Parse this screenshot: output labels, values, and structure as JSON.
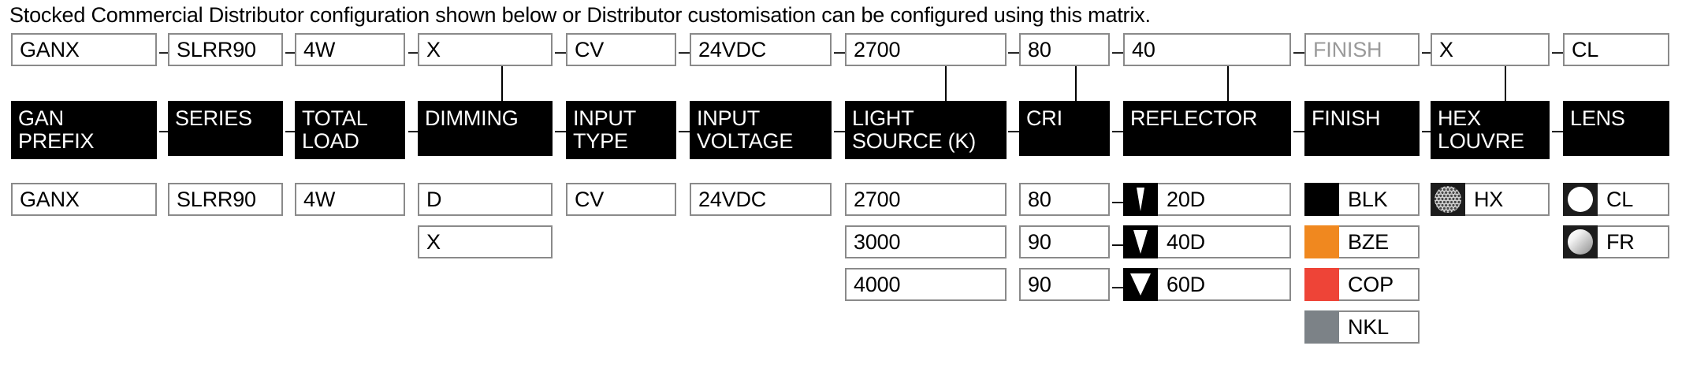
{
  "intro": "Stocked Commercial Distributor configuration shown below or Distributor customisation can be configured using this matrix.",
  "separator": "–",
  "colors": {
    "black": "#000000",
    "bronze": "#F0881F",
    "copper": "#EE4437",
    "nickel": "#7C8287",
    "placeholder_text": "#9A9A9A",
    "box_border": "#8A8A8A"
  },
  "columns": [
    {
      "id": "gan-prefix",
      "header": "GAN\nPREFIX",
      "selected": "GANX",
      "selected_placeholder": false,
      "connector": false,
      "options": [
        {
          "label": "GANX",
          "icon": null
        }
      ]
    },
    {
      "id": "series",
      "header": "SERIES",
      "selected": "SLRR90",
      "selected_placeholder": false,
      "connector": false,
      "options": [
        {
          "label": "SLRR90",
          "icon": null
        }
      ]
    },
    {
      "id": "total-load",
      "header": "TOTAL\nLOAD",
      "selected": "4W",
      "selected_placeholder": false,
      "connector": false,
      "options": [
        {
          "label": "4W",
          "icon": null
        }
      ]
    },
    {
      "id": "dimming",
      "header": "DIMMING",
      "selected": "X",
      "selected_placeholder": false,
      "connector": true,
      "options": [
        {
          "label": "D",
          "icon": null
        },
        {
          "label": "X",
          "icon": null
        }
      ]
    },
    {
      "id": "input-type",
      "header": "INPUT\nTYPE",
      "selected": "CV",
      "selected_placeholder": false,
      "connector": false,
      "options": [
        {
          "label": "CV",
          "icon": null
        }
      ]
    },
    {
      "id": "input-voltage",
      "header": "INPUT\nVOLTAGE",
      "selected": "24VDC",
      "selected_placeholder": false,
      "connector": false,
      "options": [
        {
          "label": "24VDC",
          "icon": null
        }
      ]
    },
    {
      "id": "light-source",
      "header": "LIGHT\nSOURCE (K)",
      "selected": "2700",
      "selected_placeholder": false,
      "connector": true,
      "options": [
        {
          "label": "2700",
          "icon": null
        },
        {
          "label": "3000",
          "icon": null
        },
        {
          "label": "4000",
          "icon": null
        }
      ]
    },
    {
      "id": "cri",
      "header": "CRI",
      "selected": "80",
      "selected_placeholder": false,
      "connector": true,
      "options": [
        {
          "label": "80",
          "icon": null
        },
        {
          "label": "90",
          "icon": null
        },
        {
          "label": "90",
          "icon": null
        }
      ]
    },
    {
      "id": "reflector",
      "header": "REFLECTOR",
      "selected": "40",
      "selected_placeholder": false,
      "connector": true,
      "options": [
        {
          "label": "20D",
          "icon": "beam-narrow-icon"
        },
        {
          "label": "40D",
          "icon": "beam-medium-icon"
        },
        {
          "label": "60D",
          "icon": "beam-wide-icon"
        }
      ]
    },
    {
      "id": "finish",
      "header": "FINISH",
      "selected": "FINISH",
      "selected_placeholder": true,
      "connector": false,
      "options": [
        {
          "label": "BLK",
          "icon": "swatch-black-icon",
          "swatch": "#000000"
        },
        {
          "label": "BZE",
          "icon": "swatch-bronze-icon",
          "swatch": "#F0881F"
        },
        {
          "label": "COP",
          "icon": "swatch-copper-icon",
          "swatch": "#EE4437"
        },
        {
          "label": "NKL",
          "icon": "swatch-nickel-icon",
          "swatch": "#7C8287"
        }
      ]
    },
    {
      "id": "hex-louvre",
      "header": "HEX\nLOUVRE",
      "selected": "X",
      "selected_placeholder": false,
      "connector": true,
      "options": [
        {
          "label": "HX",
          "icon": "honeycomb-icon"
        }
      ]
    },
    {
      "id": "lens",
      "header": "LENS",
      "selected": "CL",
      "selected_placeholder": false,
      "connector": false,
      "options": [
        {
          "label": "CL",
          "icon": "clear-lens-icon"
        },
        {
          "label": "FR",
          "icon": "frosted-lens-icon"
        }
      ]
    }
  ]
}
